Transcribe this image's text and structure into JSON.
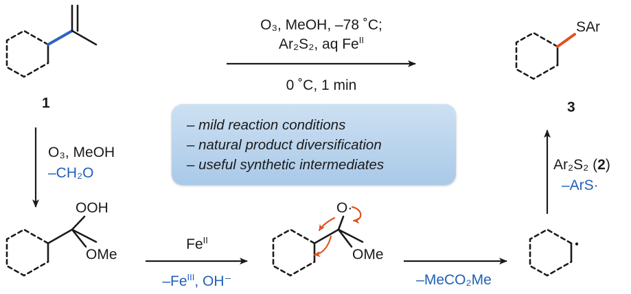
{
  "compounds": {
    "c1": {
      "label": "1"
    },
    "c3": {
      "label": "3",
      "substituent": "SAr"
    },
    "hydroperoxide": {
      "top": "OOH",
      "bottom": "OMe"
    },
    "alkoxy": {
      "top": "O·",
      "bottom": "OMe"
    }
  },
  "top_reaction": {
    "line1": "O₃, MeOH, –78 ˚C;",
    "line2_prefix": "Ar₂S₂, aq Fe",
    "line2_sup": "II",
    "below": "0 ˚C, 1 min"
  },
  "left_step": {
    "line1": "O₃, MeOH",
    "line2": "–CH₂O"
  },
  "bottom_step1": {
    "above_prefix": "Fe",
    "above_sup": "II",
    "below_prefix": "–Fe",
    "below_sup": "III",
    "below_suffix": ", OH⁻"
  },
  "bottom_step2": {
    "below": "–MeCO₂Me"
  },
  "right_step": {
    "reagent_prefix": "Ar₂S₂ (",
    "reagent_num": "2",
    "reagent_suffix": ")",
    "byproduct": "–ArS·"
  },
  "features": {
    "items": [
      "– mild reaction conditions",
      "– natural product diversification",
      "– useful synthetic intermediates"
    ]
  },
  "colors": {
    "blue_text": "#1f5fb8",
    "blue_bond": "#2b63c4",
    "orange_bond": "#e0531d",
    "box_fill": "#bcd5ee"
  }
}
